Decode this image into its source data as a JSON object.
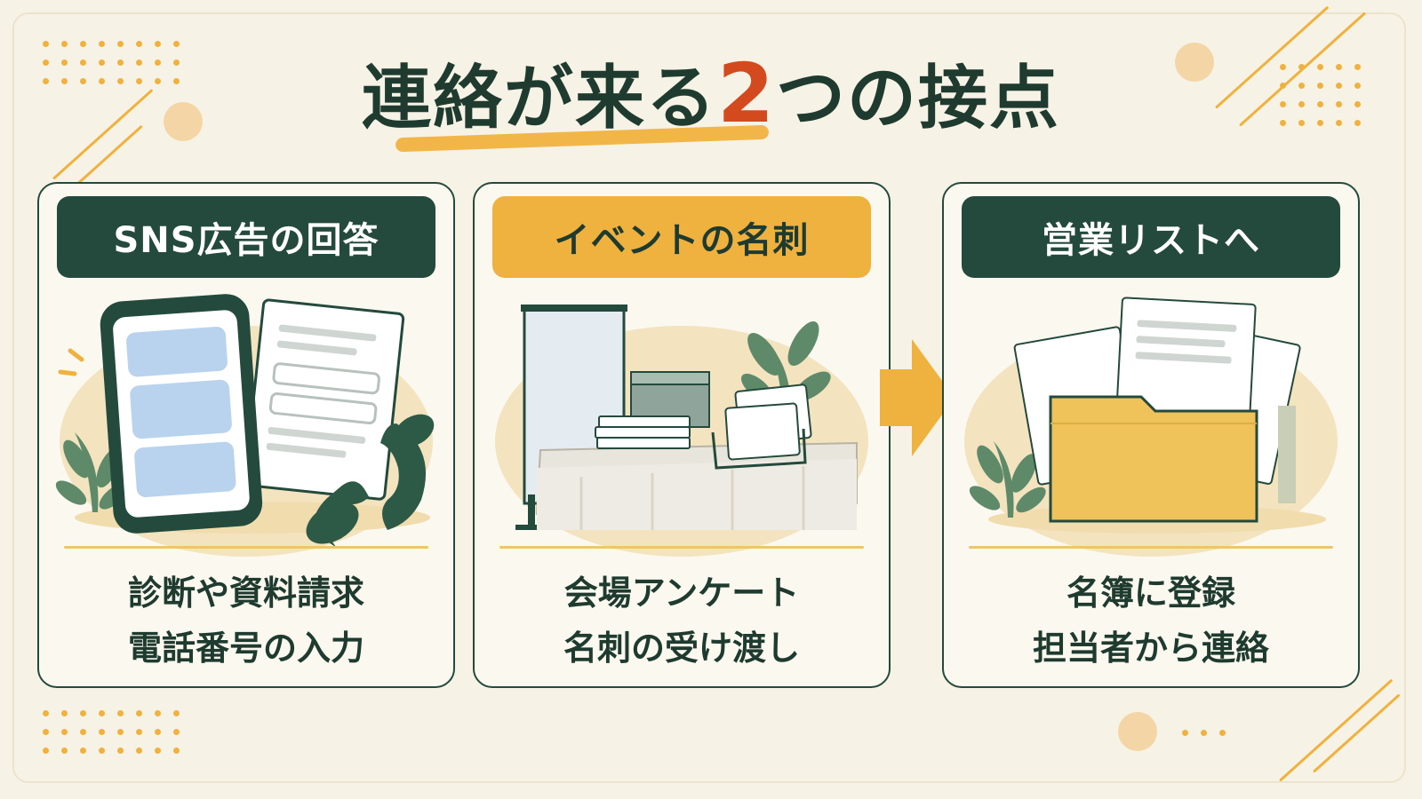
{
  "title": {
    "prefix": "連絡が来る",
    "highlight": "2",
    "suffix": "つの接点"
  },
  "cards": [
    {
      "header": "SNS広告の回答",
      "lines": [
        "診断や資料請求",
        "電話番号の入力"
      ]
    },
    {
      "header": "イベントの名刺",
      "lines": [
        "会場アンケート",
        "名刺の受け渡し"
      ]
    },
    {
      "header": "営業リストへ",
      "lines": [
        "名簿に登録",
        "担当者から連絡"
      ]
    }
  ],
  "colors": {
    "background": "#f7f2e6",
    "dark_green": "#234a3c",
    "accent_yellow": "#f0b23e",
    "highlight_red": "#d24a1e"
  }
}
